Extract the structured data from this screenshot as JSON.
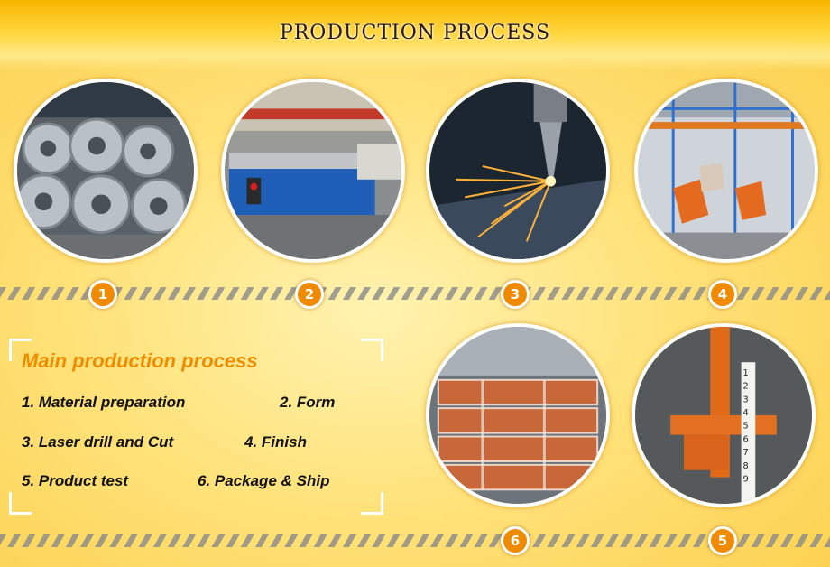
{
  "header": {
    "title": "PRODUCTION PROCESS"
  },
  "photos": [
    {
      "icon": "steel-coils-photo",
      "badge": "1"
    },
    {
      "icon": "forming-machine-photo",
      "badge": "2"
    },
    {
      "icon": "laser-cutting-photo",
      "badge": "3"
    },
    {
      "icon": "painting-line-photo",
      "badge": "4"
    },
    {
      "icon": "packaged-pallets-photo",
      "badge": "6"
    },
    {
      "icon": "product-test-photo",
      "badge": "5"
    }
  ],
  "panel": {
    "title": "Main production process",
    "steps": [
      "1. Material preparation",
      "2. Form",
      "3. Laser drill and Cut",
      "4. Finish",
      "5. Product test",
      "6. Package & Ship"
    ]
  },
  "colors": {
    "accent": "#f08c00",
    "badge": "#f08a00",
    "header": "#f7b500"
  }
}
